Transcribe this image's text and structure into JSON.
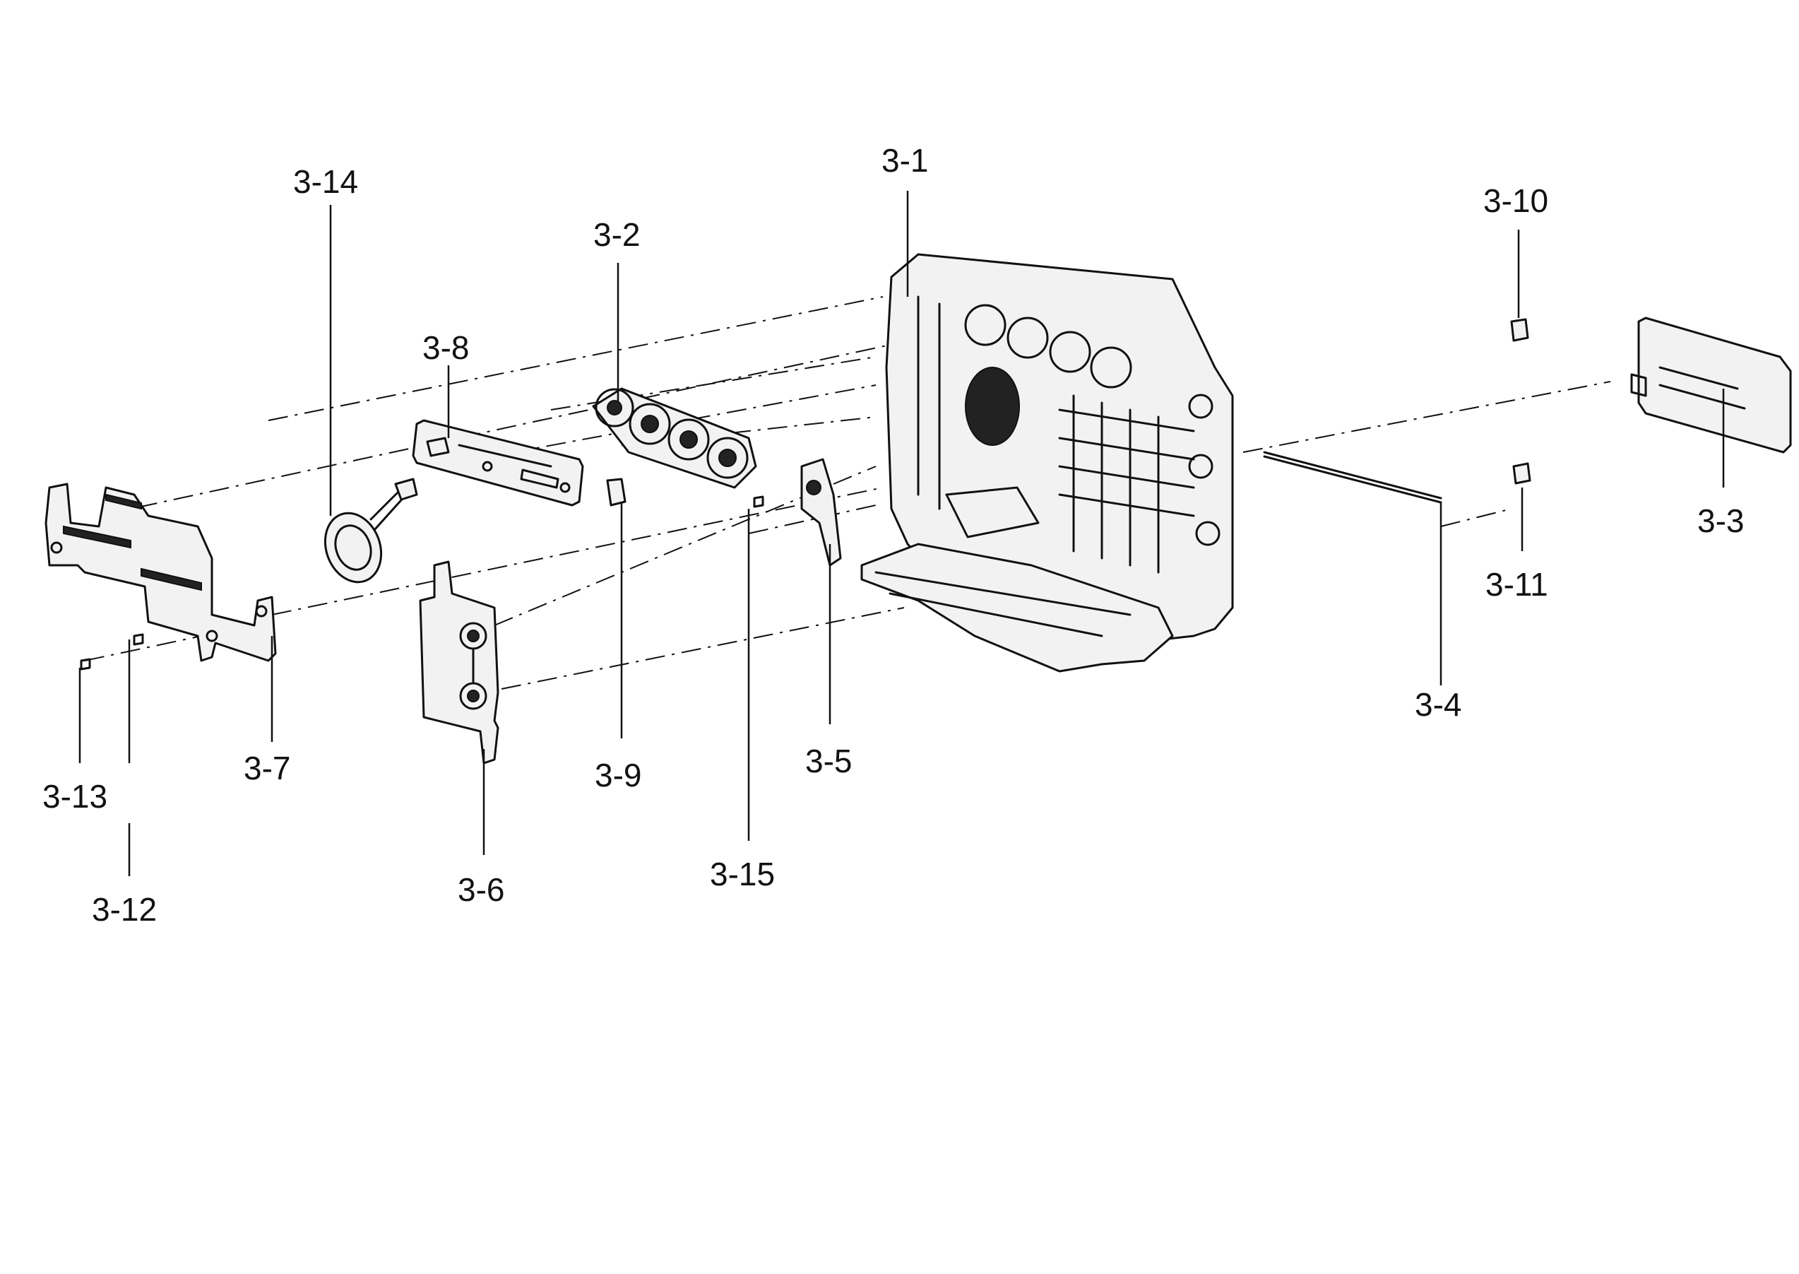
{
  "callouts": {
    "c3_1": "3-1",
    "c3_2": "3-2",
    "c3_3": "3-3",
    "c3_4": "3-4",
    "c3_5": "3-5",
    "c3_6": "3-6",
    "c3_7": "3-7",
    "c3_8": "3-8",
    "c3_9": "3-9",
    "c3_10": "3-10",
    "c3_11": "3-11",
    "c3_12": "3-12",
    "c3_13": "3-13",
    "c3_14": "3-14",
    "c3_15": "3-15"
  },
  "colors": {
    "line": "#111111",
    "background": "#ffffff"
  }
}
